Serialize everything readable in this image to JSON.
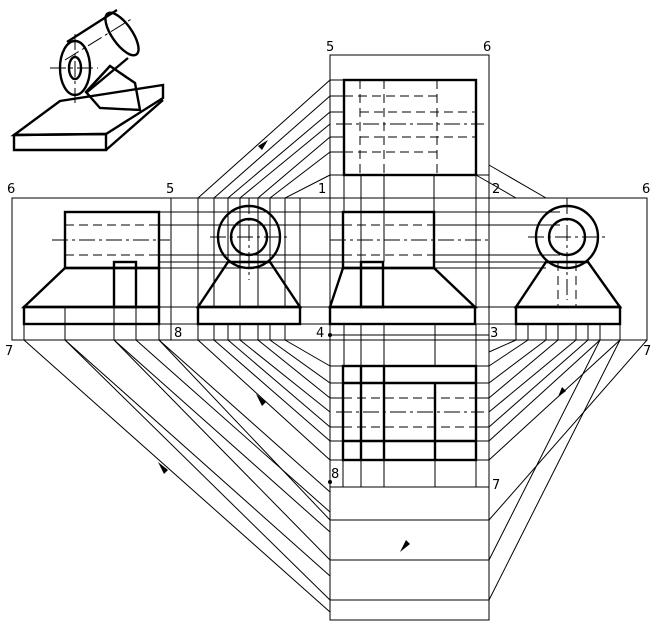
{
  "labels": {
    "top_left": "5",
    "top_right": "6",
    "left_6": "6",
    "left_5": "5",
    "mid_1": "1",
    "mid_2": "2",
    "right_6": "6",
    "left_7": "7",
    "label_8": "8",
    "mid_4": "4",
    "mid_3": "3",
    "right_7": "7",
    "bottom_8": "8",
    "bottom_7": "7"
  }
}
